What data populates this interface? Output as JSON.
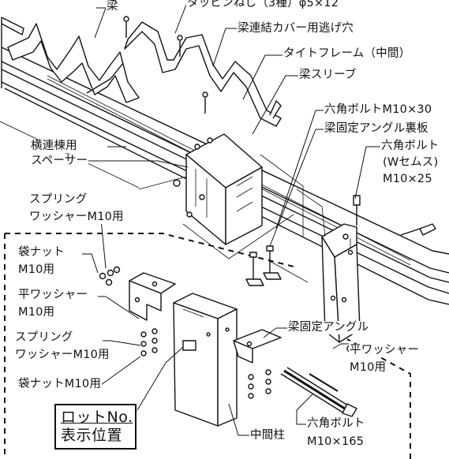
{
  "labels": {
    "top_left_partial": "",
    "beam": "梁",
    "tapping_screw": "タッピンねじ（3種）φ5×12",
    "cover_hole": "梁連結カバー用逃げ穴",
    "tie_frame": "タイトフレーム（中間）",
    "beam_sleeve": "梁スリーブ",
    "hex_bolt_m10x30": "六角ボルトM10×30",
    "angle_back_plate": "梁固定アングル裏板",
    "spacer_line1": "横連棟用",
    "spacer_line2": "スペーサー",
    "hex_bolt_w_line1": "六角ボルト",
    "hex_bolt_w_line2": "(Wセムス)",
    "hex_bolt_w_line3": "M10×25",
    "spring_washer_top_line1": "スプリング",
    "spring_washer_top_line2": "ワッシャーM10用",
    "cap_nut_top_line1": "袋ナット",
    "cap_nut_top_line2": "M10用",
    "flat_washer_left_line1": "平ワッシャー",
    "flat_washer_left_line2": "M10用",
    "spring_washer_bottom_line1": "スプリング",
    "spring_washer_bottom_line2": "ワッシャーM10用",
    "cap_nut_bottom": "袋ナットM10用",
    "beam_angle": "梁固定アングル",
    "flat_washer_right_line1": "平ワッシャー",
    "flat_washer_right_line2": "M10用",
    "lot_no_line1": "ロットNo.",
    "lot_no_line2": "表示位置",
    "middle_post": "中間柱",
    "hex_bolt_long_line1": "六角ボルト",
    "hex_bolt_long_line2": "M10×165"
  }
}
